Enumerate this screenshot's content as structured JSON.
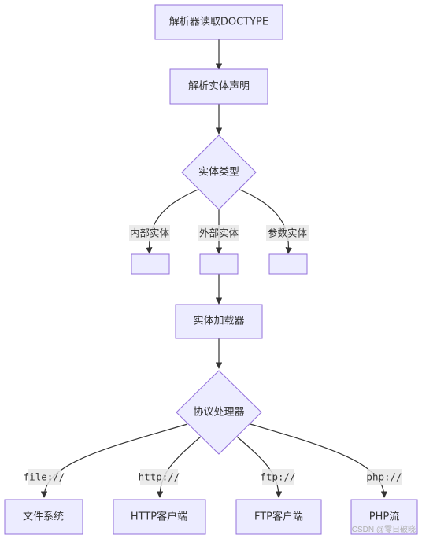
{
  "nodes": {
    "doctype": "解析器读取DOCTYPE",
    "entity_decl": "解析实体声明",
    "entity_type": "实体类型",
    "internal_box": "",
    "external_box": "",
    "param_box": "",
    "entity_loader": "实体加载器",
    "protocol_handler": "协议处理器",
    "file_system": "文件系统",
    "http_client": "HTTP客户端",
    "ftp_client": "FTP客户端",
    "php_stream": "PHP流"
  },
  "edge_labels": {
    "internal": "内部实体",
    "external": "外部实体",
    "param": "参数实体",
    "file": "file://",
    "http": "http://",
    "ftp": "ftp://",
    "php": "php://"
  },
  "watermark": "CSDN @零日破晓"
}
